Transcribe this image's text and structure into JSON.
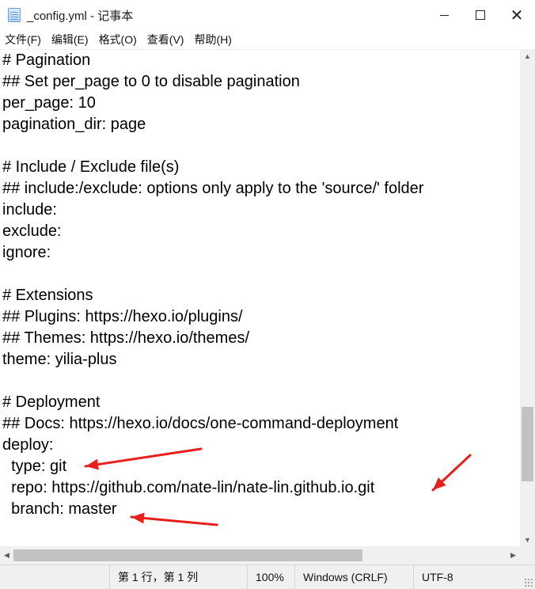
{
  "window": {
    "title": "_config.yml - 记事本",
    "controls": {
      "minimize": "—",
      "maximize": "☐",
      "close": "✕"
    }
  },
  "menu": {
    "items": [
      {
        "label": "文件(F)"
      },
      {
        "label": "编辑(E)"
      },
      {
        "label": "格式(O)"
      },
      {
        "label": "查看(V)"
      },
      {
        "label": "帮助(H)"
      }
    ]
  },
  "editor": {
    "lines": [
      "# Pagination",
      "## Set per_page to 0 to disable pagination",
      "per_page: 10",
      "pagination_dir: page",
      "",
      "# Include / Exclude file(s)",
      "## include:/exclude: options only apply to the 'source/' folder",
      "include:",
      "exclude:",
      "ignore:",
      "",
      "# Extensions",
      "## Plugins: https://hexo.io/plugins/",
      "## Themes: https://hexo.io/themes/",
      "theme: yilia-plus",
      "",
      "# Deployment",
      "## Docs: https://hexo.io/docs/one-command-deployment",
      "deploy:",
      "  type: git",
      "  repo: https://github.com/nate-lin/nate-lin.github.io.git",
      "  branch: master"
    ],
    "annotation_color": "#e8201c"
  },
  "scrollbars": {
    "up": "▲",
    "down": "▼",
    "left": "◀",
    "right": "▶"
  },
  "status": {
    "position": "第 1 行，第 1 列",
    "zoom": "100%",
    "line_ending": "Windows (CRLF)",
    "encoding": "UTF-8"
  }
}
